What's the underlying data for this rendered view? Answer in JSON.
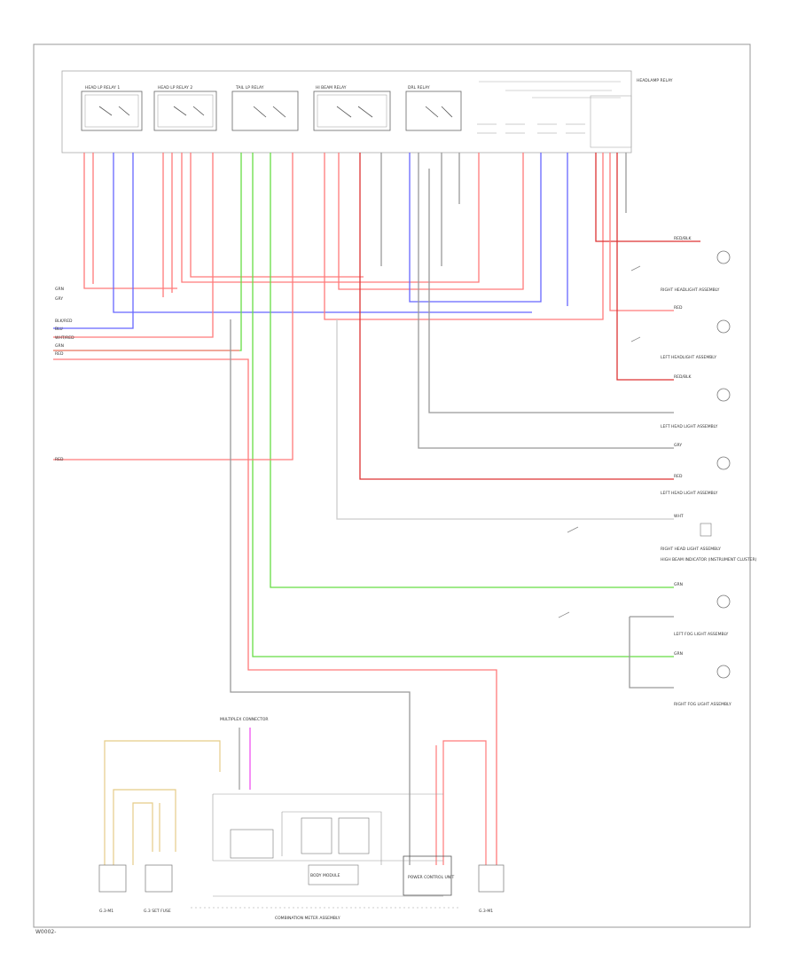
{
  "page_ref": "W0002-",
  "module_title": "HEADLAMP RELAY",
  "relay_labels": [
    "HEAD LP RELAY 1",
    "HEAD LP RELAY 2",
    "TAIL LP RELAY",
    "HI BEAM RELAY",
    "DRL RELAY"
  ],
  "left_wire_labels": [
    "GRN",
    "GRY",
    "BLK/RED",
    "BLU",
    "WHT/RED",
    "GRN",
    "RED",
    "RED"
  ],
  "lamps": [
    {
      "name": "RIGHT HEADLIGHT ASSEMBLY",
      "wire": "RED/BLK"
    },
    {
      "name": "LEFT HEADLIGHT ASSEMBLY",
      "wire": "RED"
    },
    {
      "name": "LEFT HEAD LIGHT ASSEMBLY",
      "wire": "RED/BLK"
    },
    {
      "name": "LEFT HEAD LIGHT ASSEMBLY",
      "wire": "GRY"
    },
    {
      "name": "RIGHT HEAD LIGHT ASSEMBLY",
      "wire": "RED"
    },
    {
      "name": "HIGH BEAM INDICATOR (INSTRUMENT CLUSTER)",
      "wire": "WHT"
    },
    {
      "name": "LEFT FOG LIGHT ASSEMBLY",
      "wire": "GRN"
    },
    {
      "name": "RIGHT FOG LIGHT ASSEMBLY",
      "wire": "GRN"
    }
  ],
  "bottom_labels": {
    "connector_left": "G.3-M1",
    "connector_left2": "G.3 SET FUSE",
    "switch_assembly": "COMBINATION METER ASSEMBLY",
    "connector_right": "G.3-M1",
    "multiplex": "MULTIPLEX CONNECTOR",
    "control_unit": "POWER CONTROL UNIT",
    "body_module": "BODY MODULE"
  },
  "colors": {
    "red": "#ff6b6b",
    "dark_red": "#cc2222",
    "blue": "#5555ff",
    "green": "#66dd44",
    "gray": "#888888",
    "tan": "#e5cc88",
    "magenta": "#ee44ee",
    "frame": "#999999"
  }
}
